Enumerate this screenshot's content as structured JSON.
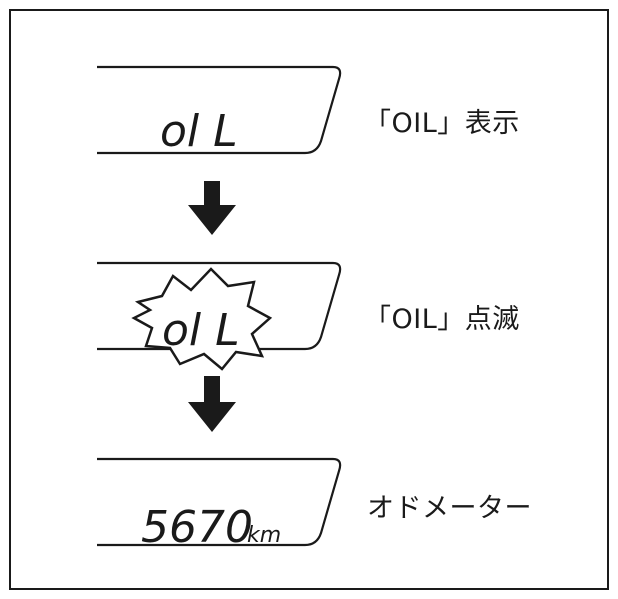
{
  "steps": [
    {
      "display_text": "ol L",
      "label": "「OIL」表示"
    },
    {
      "display_text": "ol L",
      "label": "「OIL」点滅"
    },
    {
      "display_text": "5670",
      "display_unit": "km",
      "label": "オドメーター"
    }
  ],
  "icons": {
    "arrow": "down-arrow-icon",
    "blink": "starburst-flash-icon"
  },
  "colors": {
    "ink": "#1a1a1a",
    "background": "#ffffff"
  }
}
